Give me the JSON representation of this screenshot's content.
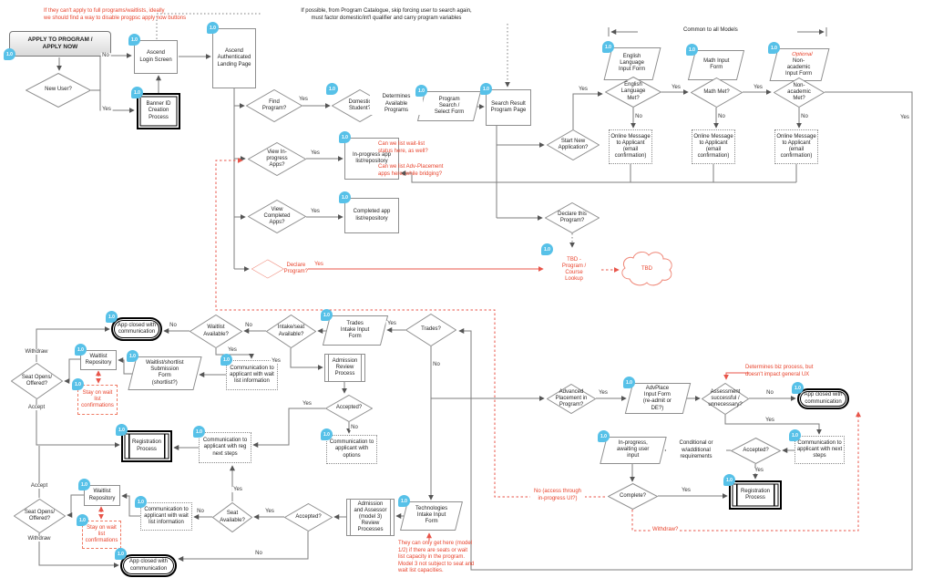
{
  "badge_text": "1.0",
  "colors": {
    "badge": "#57c1e8",
    "red": "#e8432c",
    "line": "#7d7d7d",
    "black": "#000000"
  },
  "labels": {
    "yes": "Yes",
    "no": "No",
    "accept": "Accept",
    "withdraw": "Withdraw"
  },
  "annotations": {
    "disable_note": "If they can't apply to full programs/waitlists, ideally\nwe should find a way to disable progpsc apply now buttons",
    "catalogue_note": "If possible, from Program Catalogue, skip forcing user to search again,\nmust factor domestic/int'l qualifier and carry program variables",
    "common_models": "Common to all Models",
    "determines_available": "Determines\nAvailable\nPrograms",
    "waitlist_status_note": "Can we list wait-list\nstatus here, as well?",
    "adv_placement_note": "Can we list Adv-Placement\napps here, while bridging?",
    "conditional_note": "Conditional or\nw/additional\nrequirements",
    "biz_process_note": "Determines biz process, but\ndoesn't impact general UX",
    "access_note": "No (access through\nin-progress UI?)",
    "withdraw_q": "Withdraw?",
    "model_note": "They can only get here (model\n1/2) if there are seats or wait\nlist capacity in the program.\nModel 3 not subject to seat and\nwait list capacities."
  },
  "nodes": {
    "apply_now": {
      "label": "APPLY TO PROGRAM /\nAPPLY NOW",
      "badge": true
    },
    "new_user": {
      "label": "New User?",
      "badge": false
    },
    "login": {
      "label": "Ascend\nLogin Screen",
      "badge": true
    },
    "banner_id": {
      "label": "Banner ID\nCreation\nProcess",
      "badge": true
    },
    "landing": {
      "label": "Ascend\nAuthenticated\nLanding Page",
      "badge": true
    },
    "find_program": {
      "label": "Find\nProgram?",
      "badge": false
    },
    "domestic": {
      "label": "Domestic\nStudent?",
      "badge": true
    },
    "program_search": {
      "label": "Program\nSearch /\nSelect Form",
      "badge": true
    },
    "search_result": {
      "label": "Search Result\nProgram Page",
      "badge": true
    },
    "start_new": {
      "label": "Start New\nApplication?",
      "badge": false
    },
    "english_form": {
      "label": "English\nLanguage\nInput Form",
      "badge": true
    },
    "english_met": {
      "label": "English\nLanguage\nMet?",
      "badge": false
    },
    "math_form": {
      "label": "Math Input\nForm",
      "badge": true
    },
    "math_met": {
      "label": "Math Met?",
      "badge": false
    },
    "nonacad_form": {
      "label": "Non-\nacademic\nInput Form",
      "prefix": "Optional",
      "badge": true
    },
    "nonacad_met": {
      "label": "Non-\nacademic\nMet?",
      "badge": false
    },
    "online_msg_1": {
      "label": "Online Message\nto Applicant\n(email\nconfirmation)",
      "badge": false
    },
    "online_msg_2": {
      "label": "Online Message\nto Applicant\n(email\nconfirmation)",
      "badge": false
    },
    "online_msg_3": {
      "label": "Online Message\nto Applicant\n(email\nconfirmation)",
      "badge": false
    },
    "view_inprogress": {
      "label": "View In-\nprogress\nApps?",
      "badge": false
    },
    "inprogress_repo": {
      "label": "In-progress app\nlist/repository",
      "badge": true
    },
    "view_completed": {
      "label": "View\nCompleted\nApps?",
      "badge": false
    },
    "completed_repo": {
      "label": "Completed app\nlist/repository",
      "badge": true
    },
    "declare_program": {
      "label": "Declare\nProgram?",
      "badge": false
    },
    "declare_this": {
      "label": "Declare this\nProgram?",
      "badge": false
    },
    "tbd_lookup": {
      "label": "TBD -\nProgram /\nCourse\nLookup",
      "badge": true
    },
    "tbd_cloud": {
      "label": "TBD",
      "badge": false
    },
    "app_closed_1": {
      "label": "App closed with\ncommunication",
      "badge": true
    },
    "waitlist_avail": {
      "label": "Waitlist\nAvailable?",
      "badge": false
    },
    "intake_avail": {
      "label": "Intake/seat\nAvailable?",
      "badge": false
    },
    "trades_intake": {
      "label": "Trades\nIntake Input\nForm",
      "badge": true
    },
    "trades": {
      "label": "Trades?",
      "badge": false
    },
    "waitlist_repo_1": {
      "label": "Waitlist\nRepository",
      "badge": true
    },
    "stay_1": {
      "label": "Stay on wait\nlist\nconfirmations",
      "badge": true
    },
    "submission_form": {
      "label": "Waitlist/shortlist\nSubmission\nForm\n(shortlist?)",
      "badge": true
    },
    "comm_wait_1": {
      "label": "Communication to\napplicant with wait\nlist information",
      "badge": true
    },
    "admission_review": {
      "label": "Admission\nReview\nProcess",
      "badge": false
    },
    "accepted_adm": {
      "label": "Accepted?",
      "badge": false
    },
    "seat_opens_1": {
      "label": "Seat Opens/\nOffered?",
      "badge": false
    },
    "reg_1": {
      "label": "Registration\nProcess",
      "badge": true
    },
    "comm_reg_next": {
      "label": "Communication to\napplicant with reg\nnext steps",
      "badge": true
    },
    "comm_options": {
      "label": "Communication to\napplicant with\noptions",
      "badge": true
    },
    "seat_opens_2": {
      "label": "Seat Opens/\nOffered?",
      "badge": false
    },
    "waitlist_repo_2": {
      "label": "Waitlist\nRepository",
      "badge": true
    },
    "stay_2": {
      "label": "Stay on wait\nlist\nconfirmations",
      "badge": true
    },
    "comm_wait_2": {
      "label": "Communication to\napplicant with wait\nlist information",
      "badge": true
    },
    "app_closed_3": {
      "label": "App closed with\ncommunication",
      "badge": true
    },
    "seat_avail": {
      "label": "Seat\nAvailable?",
      "badge": false
    },
    "accepted_tech": {
      "label": "Accepted?",
      "badge": false
    },
    "adm_assessor": {
      "label": "Admission\nand Assessor\n(model 3)\nReview\nProcesses",
      "badge": false
    },
    "technologies": {
      "label": "Technologies\nIntake Input\nForm",
      "badge": true
    },
    "advanced_placement": {
      "label": "Advanced\nPlacement in\nProgram?",
      "badge": false
    },
    "advplace_form": {
      "label": "AdvPlace\nInput Form\n(re-admit or\nDE?)",
      "badge": true
    },
    "assessment": {
      "label": "Assessment\nsuccessful /\nunnecessary?",
      "badge": false
    },
    "app_closed_2": {
      "label": "App closed with\ncommunication",
      "badge": true
    },
    "comm_next": {
      "label": "Communication to\napplicant with next\nsteps",
      "badge": true
    },
    "accepted_r": {
      "label": "Accepted?",
      "badge": false
    },
    "reg_2": {
      "label": "Registration\nProcess",
      "badge": true
    },
    "inprogress_awaiting": {
      "label": "In-progress,\nawaiting user\ninput",
      "badge": true
    },
    "complete": {
      "label": "Complete?",
      "badge": false
    }
  }
}
